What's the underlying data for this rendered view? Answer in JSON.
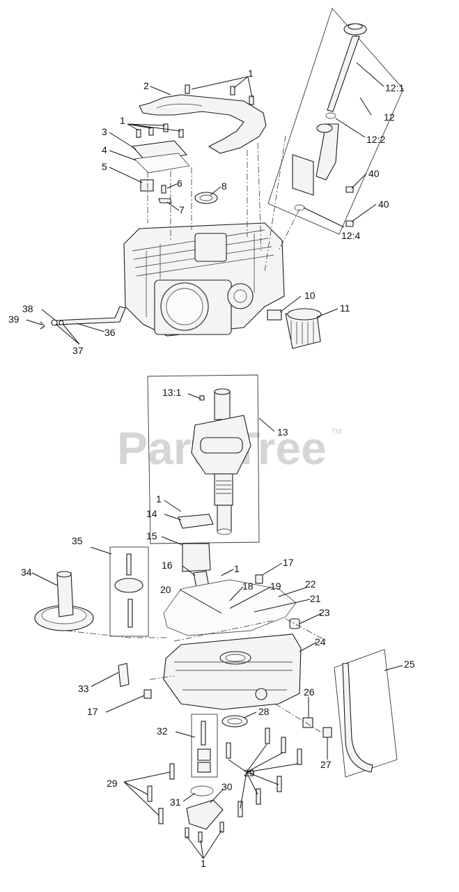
{
  "watermark": {
    "text": "PartsTree",
    "tm": "TM"
  },
  "callouts": {
    "c1": "1",
    "c2": "2",
    "c3": "3",
    "c4": "4",
    "c5": "5",
    "c6": "6",
    "c7": "7",
    "c8": "8",
    "c10": "10",
    "c11": "11",
    "c12": "12",
    "c12_1": "12:1",
    "c12_2": "12:2",
    "c12_4": "12:4",
    "c13": "13",
    "c13_1": "13:1",
    "c14": "14",
    "c15": "15",
    "c16": "16",
    "c17": "17",
    "c18": "18",
    "c19": "19",
    "c20": "20",
    "c21": "21",
    "c22": "22",
    "c23": "23",
    "c24": "24",
    "c25": "25",
    "c26": "26",
    "c27": "27",
    "c28": "28",
    "c29": "29",
    "c30": "30",
    "c31": "31",
    "c32": "32",
    "c33": "33",
    "c34": "34",
    "c35": "35",
    "c36": "36",
    "c37": "37",
    "c38": "38",
    "c39": "39",
    "c40": "40"
  }
}
